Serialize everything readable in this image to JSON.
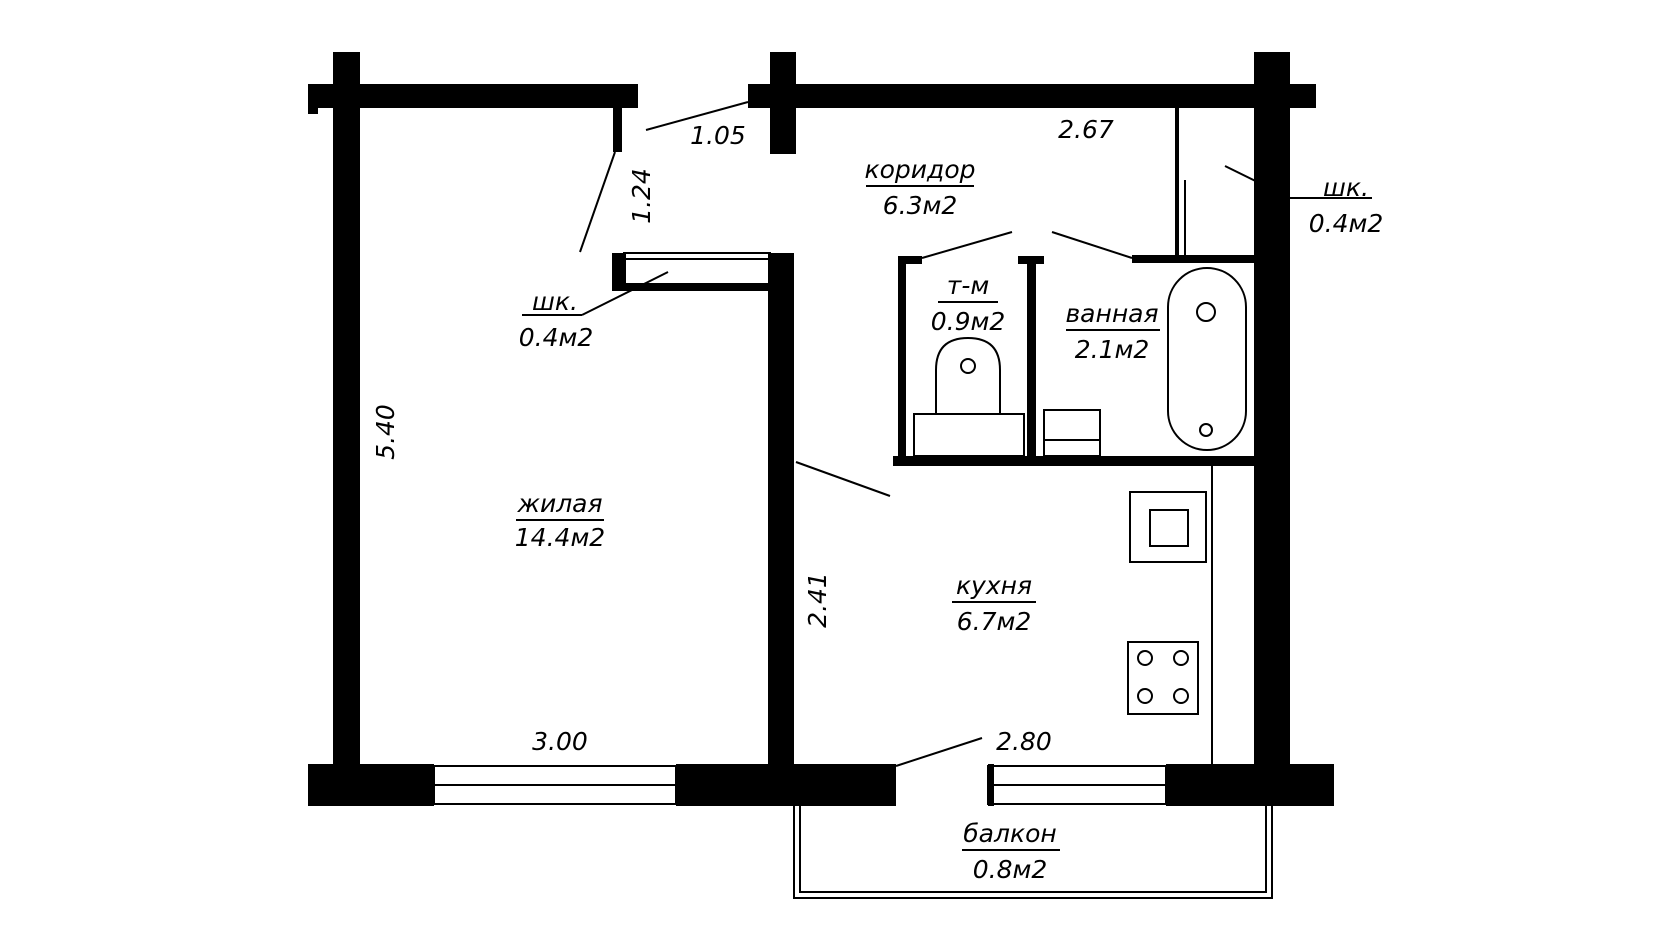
{
  "rooms": {
    "living": {
      "name": "жилая",
      "area": "14.4м2"
    },
    "corridor": {
      "name": "коридор",
      "area": "6.3м2"
    },
    "toilet": {
      "name": "т-м",
      "area": "0.9м2"
    },
    "bath": {
      "name": "ванная",
      "area": "2.1м2"
    },
    "kitchen": {
      "name": "кухня",
      "area": "6.7м2"
    },
    "balcony": {
      "name": "балкон",
      "area": "0.8м2"
    },
    "closet_left": {
      "name": "шк.",
      "area": "0.4м2"
    },
    "closet_right": {
      "name": "шк.",
      "area": "0.4м2"
    }
  },
  "dimensions": {
    "entry": "1.05",
    "corridor_top": "2.67",
    "closet_depth": "1.24",
    "living_height": "5.40",
    "living_width": "3.00",
    "kitchen_height": "2.41",
    "kitchen_width": "2.80"
  },
  "colors": {
    "walls": "#000000",
    "background": "#ffffff"
  }
}
